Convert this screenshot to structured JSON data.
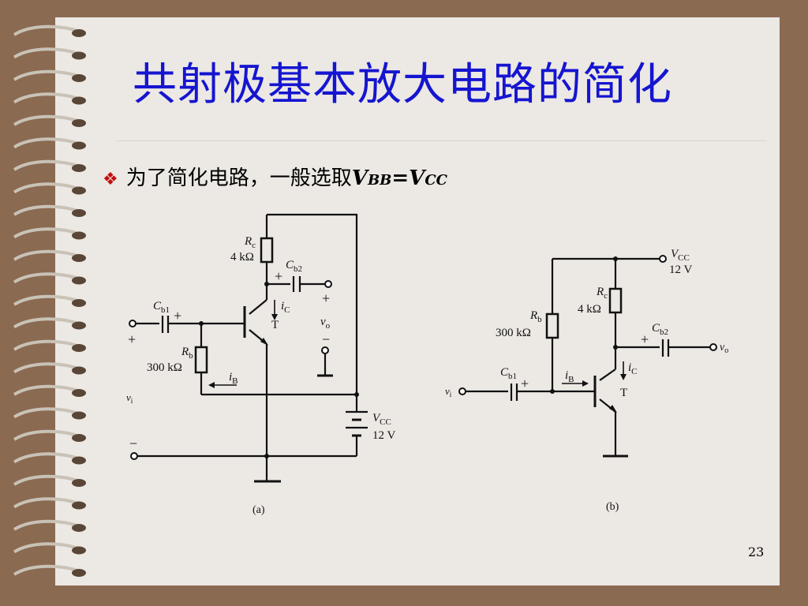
{
  "slide": {
    "title": "共射极基本放大电路的简化",
    "bullet_text": "为了简化电路，一般选取",
    "bullet_v1": "V",
    "bullet_sub1": "BB",
    "bullet_eq": "=",
    "bullet_v2": "V",
    "bullet_sub2": "CC",
    "page_number": "23"
  },
  "circuit_a": {
    "rc_label": "R",
    "rc_sub": "c",
    "rc_value": "4 kΩ",
    "cb2_label": "C",
    "cb2_sub": "b2",
    "cb1_label": "C",
    "cb1_sub": "b1",
    "rb_label": "R",
    "rb_sub": "b",
    "rb_value": "300 kΩ",
    "ic_label": "i",
    "ic_sub": "C",
    "ib_label": "i",
    "ib_sub": "B",
    "transistor": "T",
    "vo_label": "v",
    "vo_sub": "o",
    "vi_label": "v",
    "vi_sub": "i",
    "vcc_label": "V",
    "vcc_sub": "CC",
    "vcc_value": "12 V",
    "plus": "+",
    "minus": "−",
    "caption": "(a)"
  },
  "circuit_b": {
    "vcc_label": "V",
    "vcc_sub": "CC",
    "vcc_value": "12 V",
    "rc_label": "R",
    "rc_sub": "c",
    "rc_value": "4 kΩ",
    "rb_label": "R",
    "rb_sub": "b",
    "rb_value": "300 kΩ",
    "cb2_label": "C",
    "cb2_sub": "b2",
    "cb1_label": "C",
    "cb1_sub": "b1",
    "ib_label": "i",
    "ib_sub": "B",
    "ic_label": "i",
    "ic_sub": "C",
    "transistor": "T",
    "vi_label": "v",
    "vi_sub": "i",
    "vo_label": "v",
    "vo_sub": "o",
    "plus": "+",
    "caption": "(b)"
  }
}
